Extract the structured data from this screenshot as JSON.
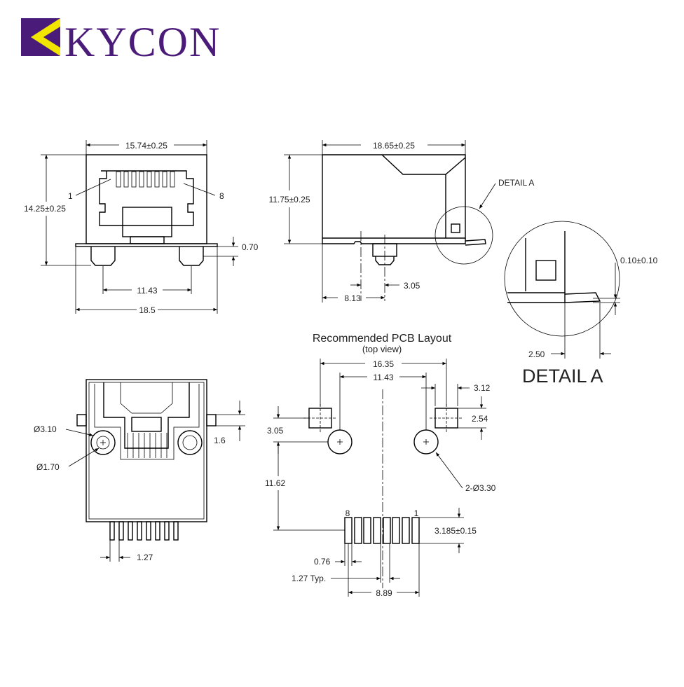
{
  "brand": {
    "logo_text": "KYCON",
    "logo_color": "#4b1b7a",
    "logo_accent_color": "#f2e600"
  },
  "front_view": {
    "width_top": "15.74±0.25",
    "height": "14.25±0.25",
    "pin1": "1",
    "pin8": "8",
    "standoff": "0.70",
    "post_spacing": "11.43",
    "overall_width": "18.5"
  },
  "side_view": {
    "length": "18.65±0.25",
    "height": "11.75±0.25",
    "detail_callout": "DETAIL A",
    "post_offset": "3.05",
    "post_from_front": "8.13"
  },
  "detail_a": {
    "gap": "0.10±0.10",
    "length": "2.50",
    "title": "DETAIL A"
  },
  "bottom_view": {
    "tab_dia": "Ø3.10",
    "hole_dia": "Ø1.70",
    "tab_height": "1.6",
    "pin_pitch": "1.27"
  },
  "pcb_layout": {
    "title": "Recommended PCB Layout",
    "subtitle": "(top view)",
    "pad_span": "16.35",
    "hole_span": "11.43",
    "pad_width": "3.12",
    "pad_height": "2.54",
    "hole_offset": "3.05",
    "hole_callout": "2-Ø3.30",
    "row_distance": "11.62",
    "pin8": "8",
    "pin1": "1",
    "pad_length": "3.185±0.15",
    "pad_w": "0.76",
    "pitch": "1.27 Typ.",
    "row_span": "8.89"
  }
}
